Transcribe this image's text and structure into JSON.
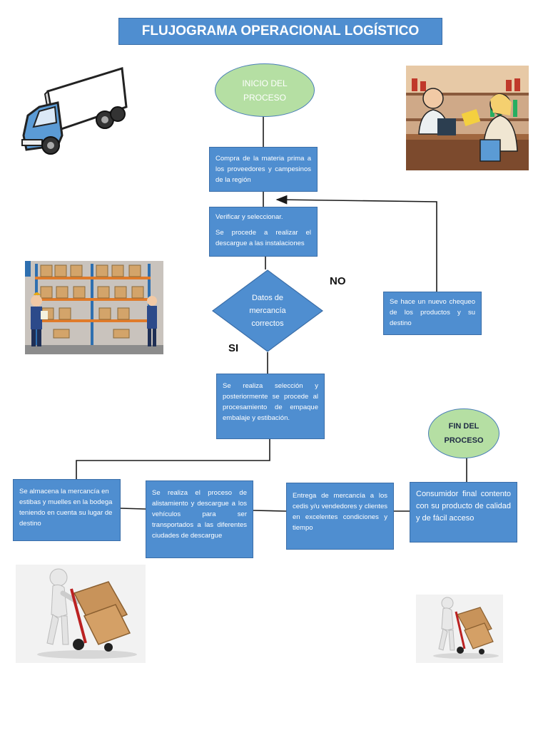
{
  "title": "FLUJOGRAMA  OPERACIONAL LOGÍSTICO",
  "start": [
    "INICIO DEL",
    "PROCESO"
  ],
  "end": [
    "FIN DEL",
    "PROCESO"
  ],
  "steps": {
    "compra": "Compra de la materia prima a los proveedores y campesinos de la región",
    "verificar_1": "Verificar y seleccionar.",
    "verificar_2": "Se procede a realizar el descargue a las instalaciones",
    "decision": [
      "Datos de",
      "mercancía",
      "correctos"
    ],
    "chequeo": "Se hace un nuevo chequeo de los productos y su destino",
    "seleccion": "Se realiza selección y posteriormente se procede al procesamiento de empaque embalaje y estibación.",
    "almacena": "Se almacena la mercancía en estibas y muelles en la bodega teniendo en cuenta su lugar de destino",
    "alistamiento": "Se realiza el proceso de alistamiento y descargue a los vehículos para ser transportados a las diferentes ciudades de descargue",
    "entrega": "Entrega de mercancía a los cedis y/u vendedores y clientes en excelentes condiciones y tiempo",
    "consumidor": "Consumidor final contento con su producto de calidad y de fácil acceso"
  },
  "labels": {
    "no": "NO",
    "si": "SI"
  },
  "colors": {
    "box": "#4f8ed0",
    "ellipse": "#b5dfa3",
    "line": "#1a1a1a"
  }
}
